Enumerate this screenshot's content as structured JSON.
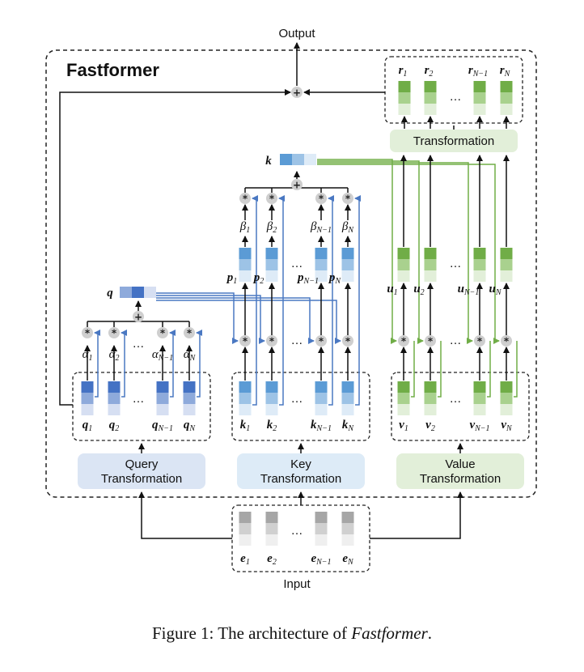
{
  "title": "Fastformer",
  "output_label": "Output",
  "input_label": "Input",
  "blocks": {
    "query": {
      "line1": "Query",
      "line2": "Transformation"
    },
    "key": {
      "line1": "Key",
      "line2": "Transformation"
    },
    "value": {
      "line1": "Value",
      "line2": "Transformation"
    },
    "output_transform": "Transformation"
  },
  "symbols": {
    "q": "q",
    "k": "k",
    "p": "p",
    "v": "v",
    "u": "u",
    "r": "r",
    "e": "e",
    "alpha": "α",
    "beta": "β",
    "subs": [
      "1",
      "2",
      "N−1",
      "N"
    ]
  },
  "operators": {
    "mul": "*",
    "add": "+"
  },
  "ellipsis": "…",
  "caption": {
    "prefix": "Figure 1: The architecture of ",
    "emphasis": "Fastformer",
    "suffix": "."
  },
  "colors": {
    "query_box": "#dbe5f4",
    "key_box": "#ddebf7",
    "value_box": "#e2efd9",
    "q_dark": "#4472c4",
    "q_mid": "#8eaadb",
    "q_light": "#d6dff2",
    "k_dark": "#5b9bd5",
    "k_mid": "#9dc3e6",
    "k_light": "#deebf7",
    "v_dark": "#70ad47",
    "v_mid": "#a9d18e",
    "v_light": "#e2efd9",
    "e_dark": "#a6a6a6",
    "e_mid": "#d0d0d0",
    "e_light": "#efefef",
    "blue_line": "#4a78c2",
    "green_line": "#70ad47",
    "op_circle": "#cfcfcf"
  }
}
